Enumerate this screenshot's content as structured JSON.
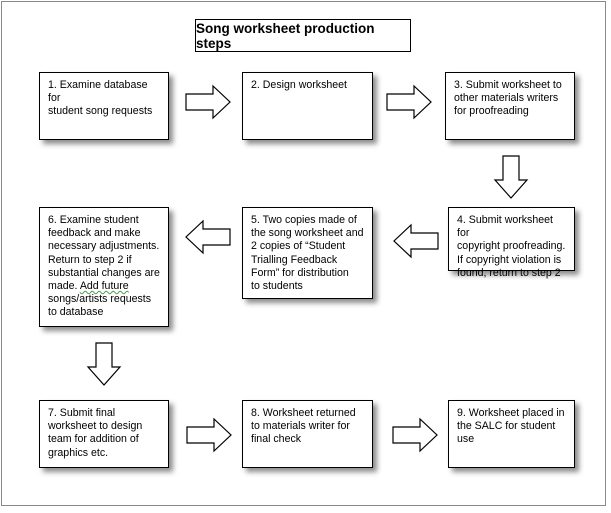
{
  "title": "Song worksheet production steps",
  "steps": [
    {
      "number": "1",
      "text": "1. Examine database for\nstudent song requests"
    },
    {
      "number": "2",
      "text": "2. Design worksheet"
    },
    {
      "number": "3",
      "text": "3. Submit worksheet to\nother materials writers\nfor proofreading"
    },
    {
      "number": "4",
      "text": "4. Submit worksheet for\ncopyright proofreading.\nIf copyright violation is\nfound, return to step 2"
    },
    {
      "number": "5",
      "text": "5. Two copies made of\nthe song worksheet and\n2 copies of “Student\nTrialling Feedback\nForm” for distribution\nto students"
    },
    {
      "number": "6",
      "text_before": "6. Examine student\nfeedback and make\nnecessary adjustments.\nReturn to step 2 if\nsubstantial changes are\nmade. ",
      "text_marked": "Add  future",
      "text_after": "\nsongs/artists requests\nto database"
    },
    {
      "number": "7",
      "text": "7. Submit final\nworksheet to design\nteam for addition of\ngraphics etc."
    },
    {
      "number": "8",
      "text": "8. Worksheet returned\nto materials writer for\nfinal check"
    },
    {
      "number": "9",
      "text": "9. Worksheet placed in\nthe SALC for student\nuse"
    }
  ],
  "flow": [
    {
      "from": "1",
      "to": "2",
      "direction": "right"
    },
    {
      "from": "2",
      "to": "3",
      "direction": "right"
    },
    {
      "from": "3",
      "to": "4",
      "direction": "down"
    },
    {
      "from": "4",
      "to": "5",
      "direction": "left"
    },
    {
      "from": "5",
      "to": "6",
      "direction": "left"
    },
    {
      "from": "6",
      "to": "7",
      "direction": "down"
    },
    {
      "from": "7",
      "to": "8",
      "direction": "right"
    },
    {
      "from": "8",
      "to": "9",
      "direction": "right"
    }
  ]
}
